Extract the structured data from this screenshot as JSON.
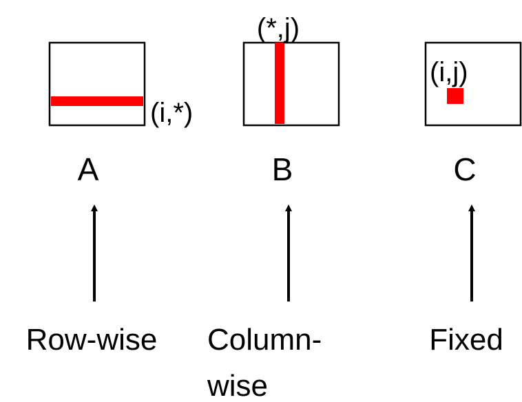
{
  "colors": {
    "accent": "#ff0000",
    "stroke": "#000000",
    "background": "#ffffff"
  },
  "matrices": [
    {
      "name": "A",
      "index_label": "(i,*)",
      "access_pattern": [
        "Row-wise"
      ]
    },
    {
      "name": "B",
      "index_label": "(*,j)",
      "access_pattern": [
        "Column-",
        "wise"
      ]
    },
    {
      "name": "C",
      "index_label": "(i,j)",
      "access_pattern": [
        "Fixed"
      ]
    }
  ]
}
